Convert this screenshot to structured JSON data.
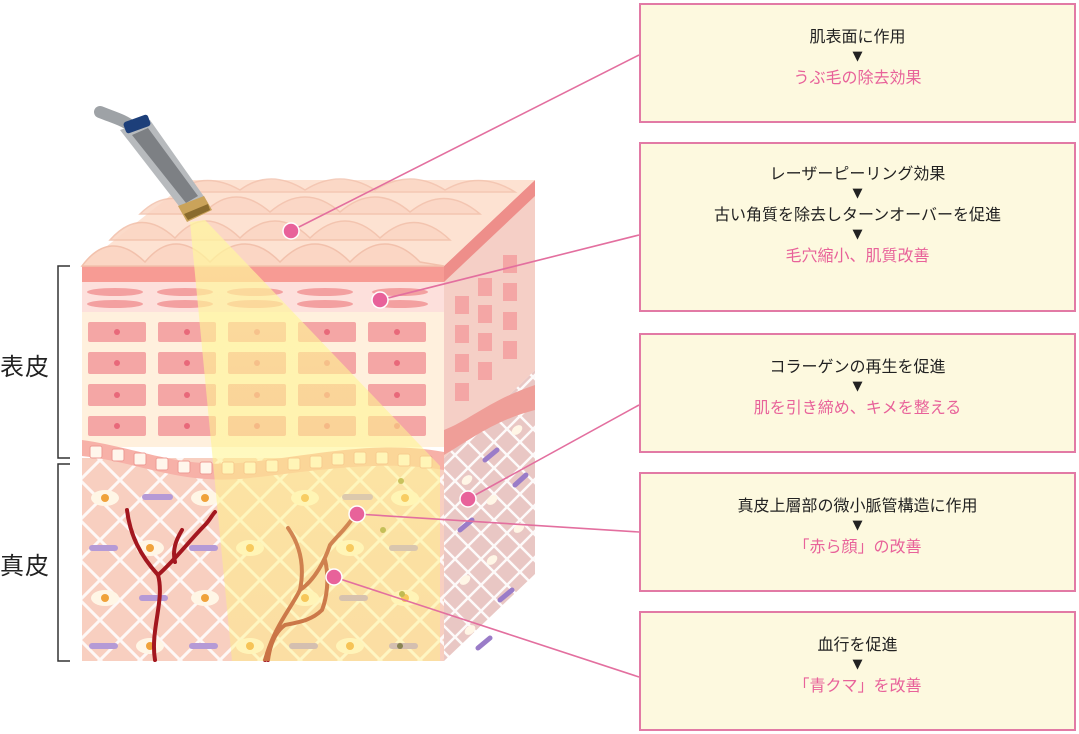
{
  "layers": {
    "epidermis_label": "表皮",
    "dermis_label": "真皮"
  },
  "boxes": [
    {
      "cause": "肌表面に作用",
      "arrow": "▼",
      "effect": "うぶ毛の除去効果"
    },
    {
      "cause": "レーザーピーリング効果",
      "arrow": "▼",
      "cause2": "古い角質を除去しターンオーバーを促進",
      "arrow2": "▼",
      "effect": "毛穴縮小、肌質改善"
    },
    {
      "cause": "コラーゲンの再生を促進",
      "arrow": "▼",
      "effect": "肌を引き締め、キメを整える"
    },
    {
      "cause": "真皮上層部の微小脈管構造に作用",
      "arrow": "▼",
      "effect": "「赤ら顔」の改善"
    },
    {
      "cause": "血行を促進",
      "arrow": "▼",
      "effect": "「青クマ」を改善"
    }
  ],
  "colors": {
    "accent_pink": "#e8629a",
    "box_border": "#e27aa5",
    "box_fill": "#fdf9df",
    "vessel": "#a3171f",
    "laser_beam": "#fff27a"
  }
}
